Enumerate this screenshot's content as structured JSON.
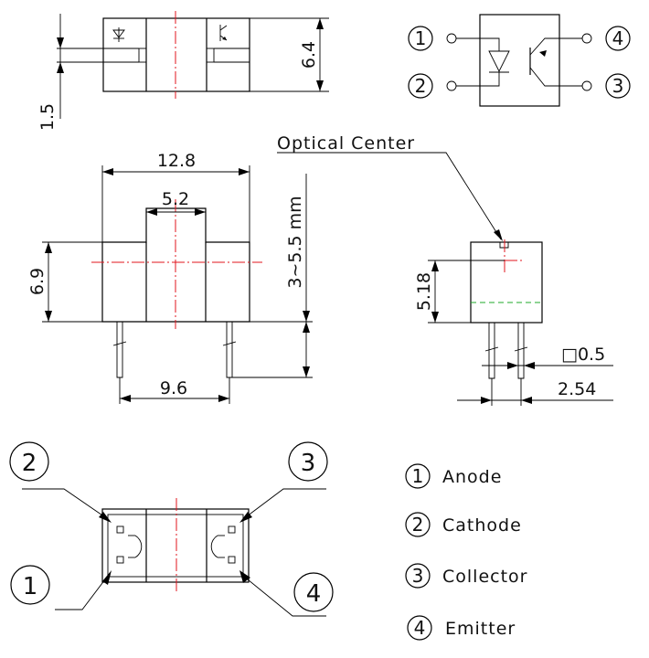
{
  "dimensions": {
    "top_height": "6.4",
    "top_offset": "1.5",
    "width": "12.8",
    "slot_width": "5.2",
    "body_height": "6.9",
    "pin_length": "3~5.5 mm",
    "pin_spacing": "9.6",
    "center_height": "5.18",
    "pin_square": "□0.5",
    "pin_pitch": "2.54"
  },
  "labels": {
    "optical_center": "Optical Center"
  },
  "pin_numbers": {
    "p1": "1",
    "p2": "2",
    "p3": "3",
    "p4": "4"
  },
  "legend": [
    {
      "num": "1",
      "name": "Anode"
    },
    {
      "num": "2",
      "name": "Cathode"
    },
    {
      "num": "3",
      "name": "Collector"
    },
    {
      "num": "4",
      "name": "Emitter"
    }
  ]
}
